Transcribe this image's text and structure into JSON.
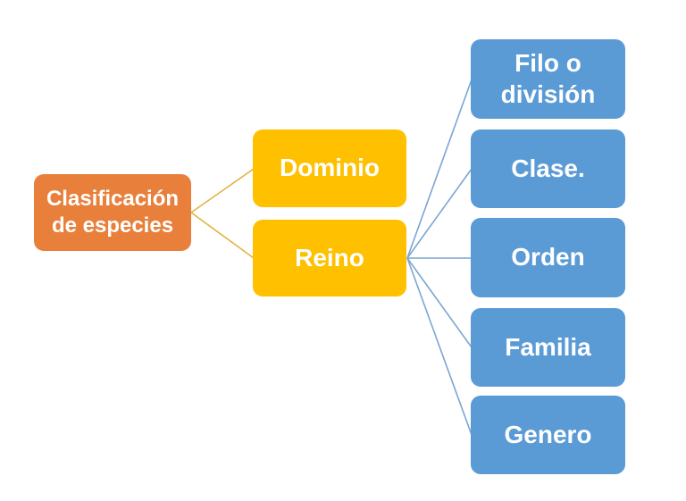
{
  "diagram": {
    "title_hint": "species classification hierarchy",
    "root": {
      "label": "Clasificación de especies"
    },
    "level2": [
      {
        "label": "Dominio"
      },
      {
        "label": "Reino"
      }
    ],
    "level3": [
      {
        "label": "Filo o división"
      },
      {
        "label": "Clase."
      },
      {
        "label": "Orden"
      },
      {
        "label": "Familia"
      },
      {
        "label": "Genero"
      }
    ],
    "colors": {
      "background": "#ffffff",
      "root_fill": "#e8803c",
      "level2_fill": "#ffc000",
      "level3_fill": "#5b9bd5",
      "text": "#ffffff",
      "connector_root_level2": "#e2b441",
      "connector_level2_level3": "#7ba6d2"
    }
  }
}
